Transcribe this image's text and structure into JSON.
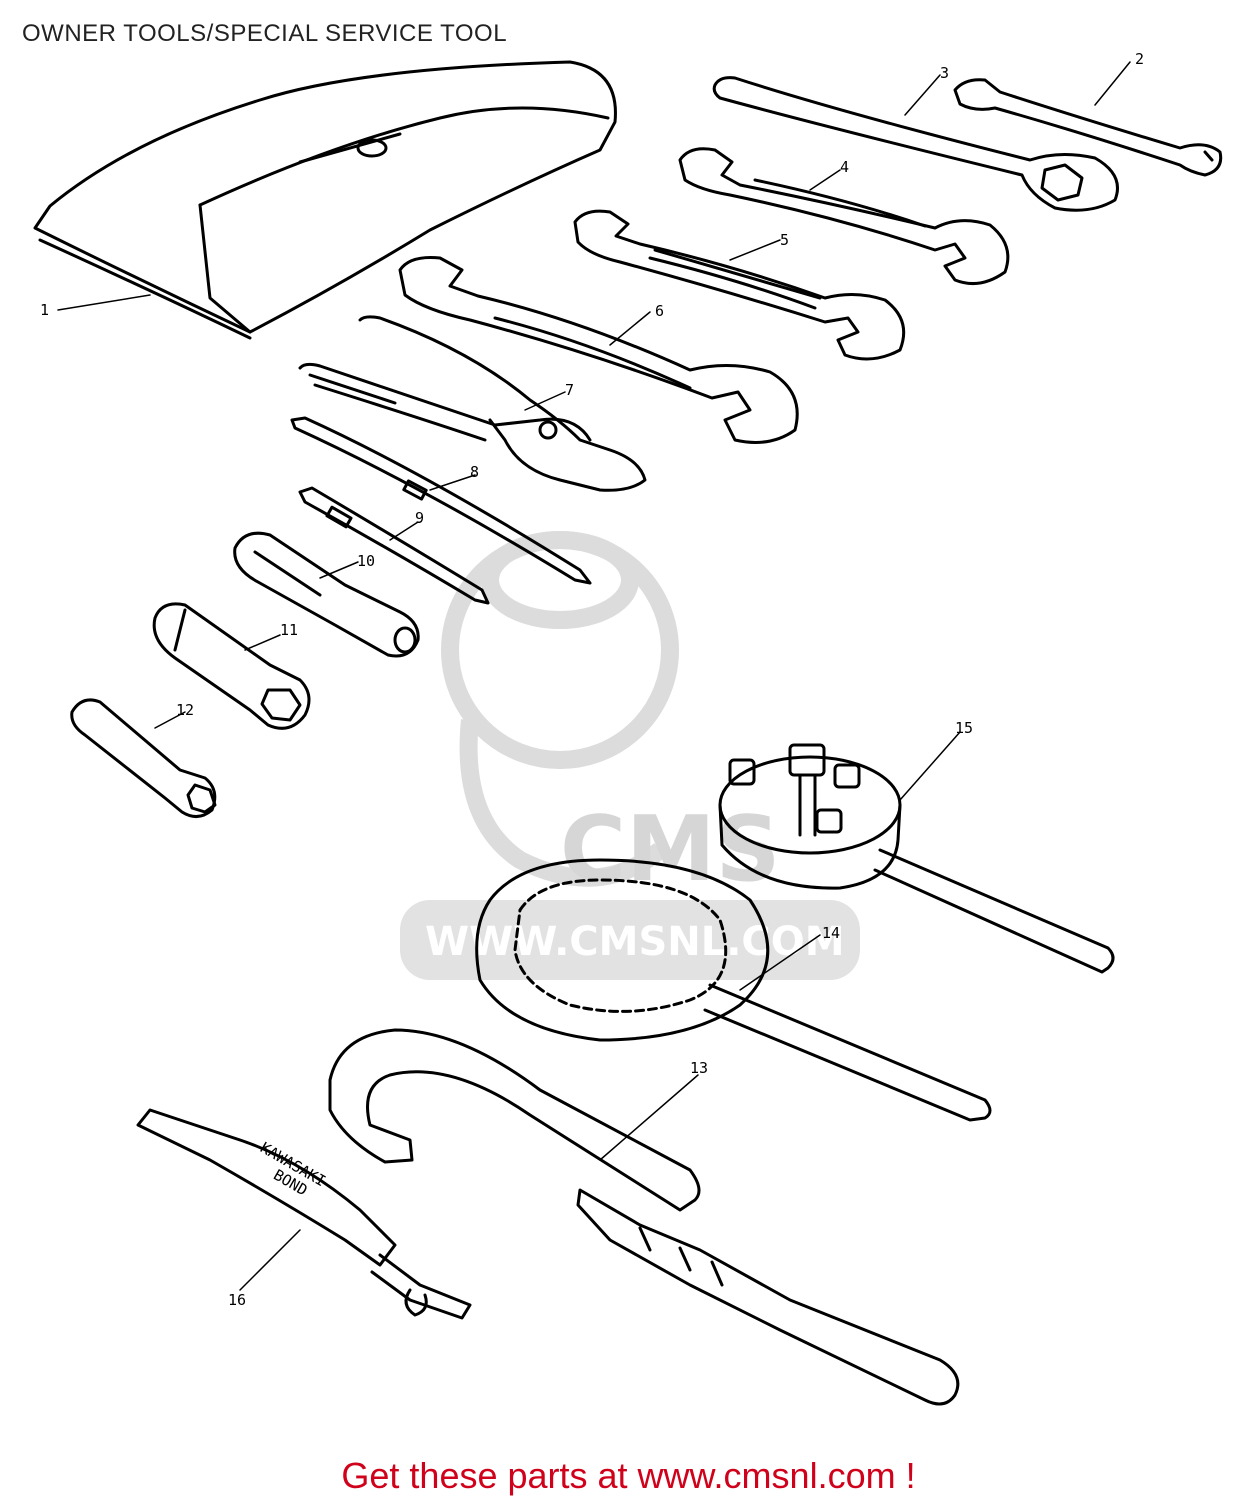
{
  "header": {
    "title": "OWNER TOOLS/SPECIAL SERVICE TOOL"
  },
  "watermark": {
    "brand": "CMS",
    "url": "WWW.CMSNL.COM",
    "color": "#d9d9d9"
  },
  "tube_label": {
    "line1": "KAWASAKI",
    "line2": "BOND"
  },
  "callouts": {
    "c1": "1",
    "c2": "2",
    "c3": "3",
    "c4": "4",
    "c5": "5",
    "c6": "6",
    "c7": "7",
    "c8": "8",
    "c9": "9",
    "c10": "10",
    "c11": "11",
    "c12": "12",
    "c13": "13",
    "c14": "14",
    "c15": "15",
    "c16": "16"
  },
  "footer": {
    "text": "Get these parts at www.cmsnl.com !",
    "color": "#d0021b"
  }
}
